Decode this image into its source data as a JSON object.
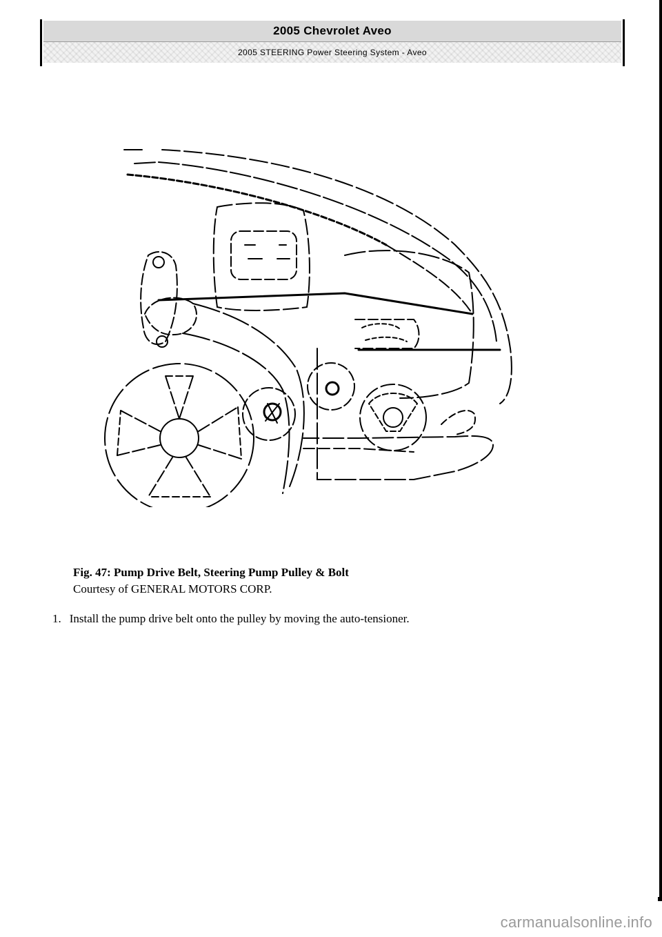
{
  "header": {
    "title": "2005 Chevrolet Aveo",
    "subtitle": "2005 STEERING Power Steering System - Aveo"
  },
  "figure": {
    "caption": "Fig. 47: Pump Drive Belt, Steering Pump Pulley & Bolt",
    "credit": "Courtesy of GENERAL MOTORS CORP."
  },
  "steps": [
    {
      "number": "1.",
      "text": "Install the pump drive belt onto the pulley by moving the auto-tensioner."
    }
  ],
  "watermark": "carmanualsonline.info"
}
